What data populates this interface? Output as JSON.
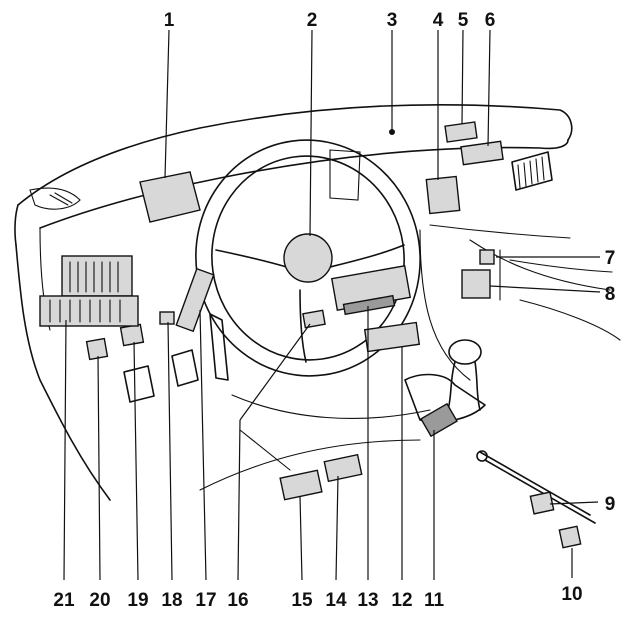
{
  "callouts": [
    {
      "id": "1",
      "label": "1"
    },
    {
      "id": "2",
      "label": "2"
    },
    {
      "id": "3",
      "label": "3"
    },
    {
      "id": "4",
      "label": "4"
    },
    {
      "id": "5",
      "label": "5"
    },
    {
      "id": "6",
      "label": "6"
    },
    {
      "id": "7",
      "label": "7"
    },
    {
      "id": "8",
      "label": "8"
    },
    {
      "id": "9",
      "label": "9"
    },
    {
      "id": "10",
      "label": "10"
    },
    {
      "id": "11",
      "label": "11"
    },
    {
      "id": "12",
      "label": "12"
    },
    {
      "id": "13",
      "label": "13"
    },
    {
      "id": "14",
      "label": "14"
    },
    {
      "id": "15",
      "label": "15"
    },
    {
      "id": "16",
      "label": "16"
    },
    {
      "id": "17",
      "label": "17"
    },
    {
      "id": "18",
      "label": "18"
    },
    {
      "id": "19",
      "label": "19"
    },
    {
      "id": "20",
      "label": "20"
    },
    {
      "id": "21",
      "label": "21"
    }
  ],
  "colors": {
    "ink": "#111111",
    "component_fill": "#d8d8d8",
    "component_dark": "#9a9a9a",
    "background": "#ffffff"
  }
}
